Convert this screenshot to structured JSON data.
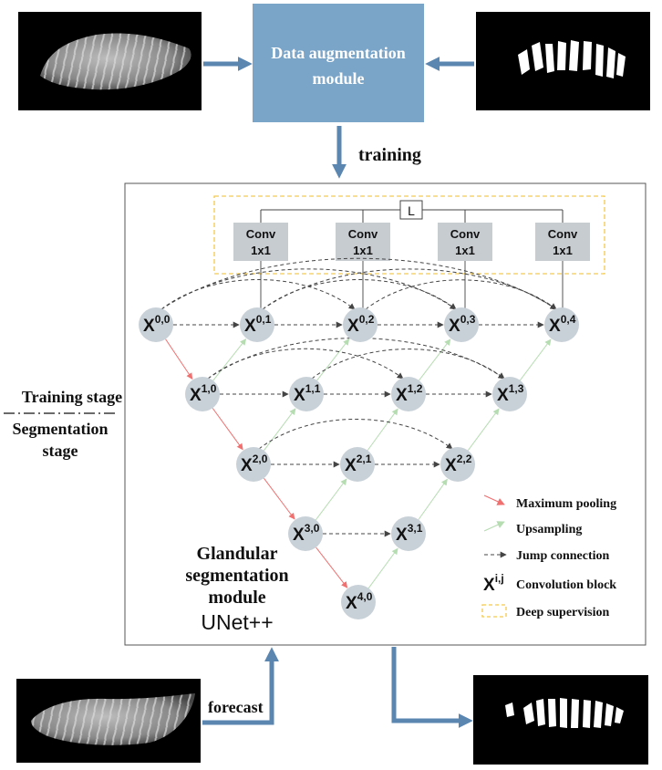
{
  "header": {
    "augmentation_box": {
      "line1": "Data augmentation",
      "line2": "module",
      "fill": "#7aa5c8"
    },
    "training_label": "training",
    "forecast_label": "forecast"
  },
  "stages": {
    "training": "Training stage",
    "segmentation_line1": "Segmentation",
    "segmentation_line2": "stage"
  },
  "module": {
    "line1": "Glandular",
    "line2": "segmentation",
    "line3": "module",
    "name": "UNet++"
  },
  "loss_label": "L",
  "conv_blocks": [
    {
      "line1": "Conv",
      "line2": "1x1"
    },
    {
      "line1": "Conv",
      "line2": "1x1"
    },
    {
      "line1": "Conv",
      "line2": "1x1"
    },
    {
      "line1": "Conv",
      "line2": "1x1"
    }
  ],
  "nodes": [
    {
      "id": "x00",
      "i": "0",
      "j": "0"
    },
    {
      "id": "x01",
      "i": "0",
      "j": "1"
    },
    {
      "id": "x02",
      "i": "0",
      "j": "2"
    },
    {
      "id": "x03",
      "i": "0",
      "j": "3"
    },
    {
      "id": "x04",
      "i": "0",
      "j": "4"
    },
    {
      "id": "x10",
      "i": "1",
      "j": "0"
    },
    {
      "id": "x11",
      "i": "1",
      "j": "1"
    },
    {
      "id": "x12",
      "i": "1",
      "j": "2"
    },
    {
      "id": "x13",
      "i": "1",
      "j": "3"
    },
    {
      "id": "x20",
      "i": "2",
      "j": "0"
    },
    {
      "id": "x21",
      "i": "2",
      "j": "1"
    },
    {
      "id": "x22",
      "i": "2",
      "j": "2"
    },
    {
      "id": "x30",
      "i": "3",
      "j": "0"
    },
    {
      "id": "x31",
      "i": "3",
      "j": "1"
    },
    {
      "id": "x40",
      "i": "4",
      "j": "0"
    }
  ],
  "legend": {
    "max_pooling": "Maximum pooling",
    "upsampling": "Upsampling",
    "jump_connection": "Jump connection",
    "conv_block_symbol": "X",
    "conv_block_sup": "i,j",
    "convolution_block": "Convolution block",
    "deep_supervision": "Deep supervision"
  },
  "colors": {
    "arrow_blue": "#5a86b0",
    "node_fill": "#c9d1d8",
    "conv_fill": "#c7ccd1",
    "pooling": "#f07070",
    "upsampling": "#b6dcb2",
    "jump": "#444444",
    "deep_supervision": "#f3c94b"
  }
}
